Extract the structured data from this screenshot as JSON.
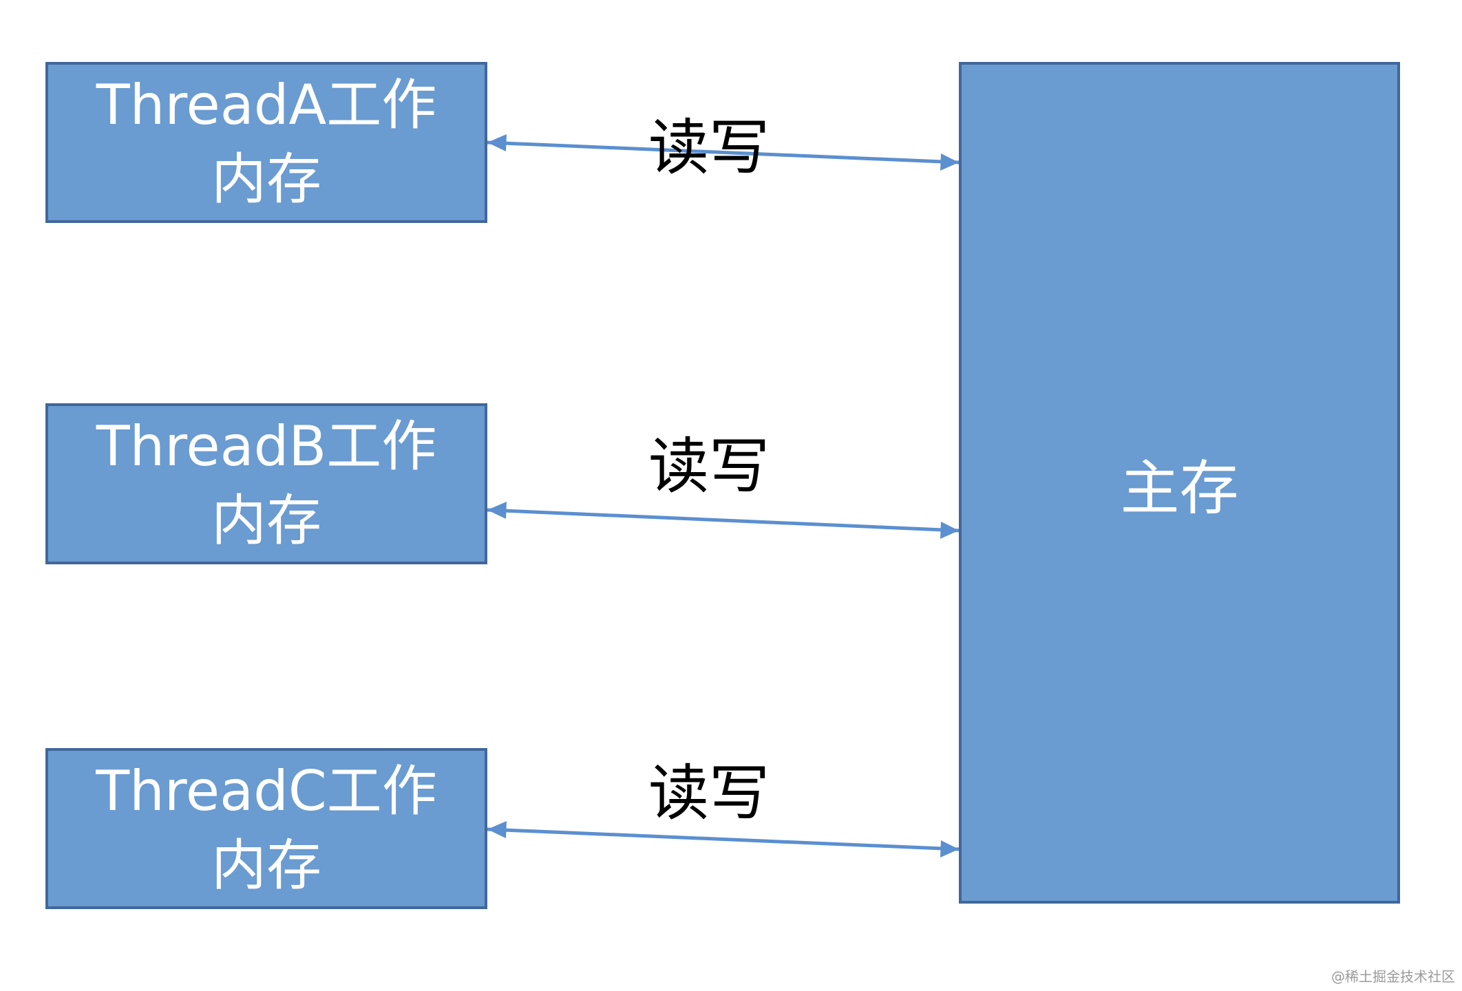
{
  "threads": [
    {
      "line1": "ThreadA工作",
      "line2": "内存"
    },
    {
      "line1": "ThreadB工作",
      "line2": "内存"
    },
    {
      "line1": "ThreadC工作",
      "line2": "内存"
    }
  ],
  "main_memory": {
    "label": "主存"
  },
  "connections": [
    {
      "label": "读写"
    },
    {
      "label": "读写"
    },
    {
      "label": "读写"
    }
  ],
  "watermark": "@稀土掘金技术社区",
  "colors": {
    "box_fill": "#6a9bd1",
    "box_border": "#41679a",
    "arrow": "#5b8fcf",
    "box_text": "#ffffff",
    "label_text": "#000000"
  }
}
